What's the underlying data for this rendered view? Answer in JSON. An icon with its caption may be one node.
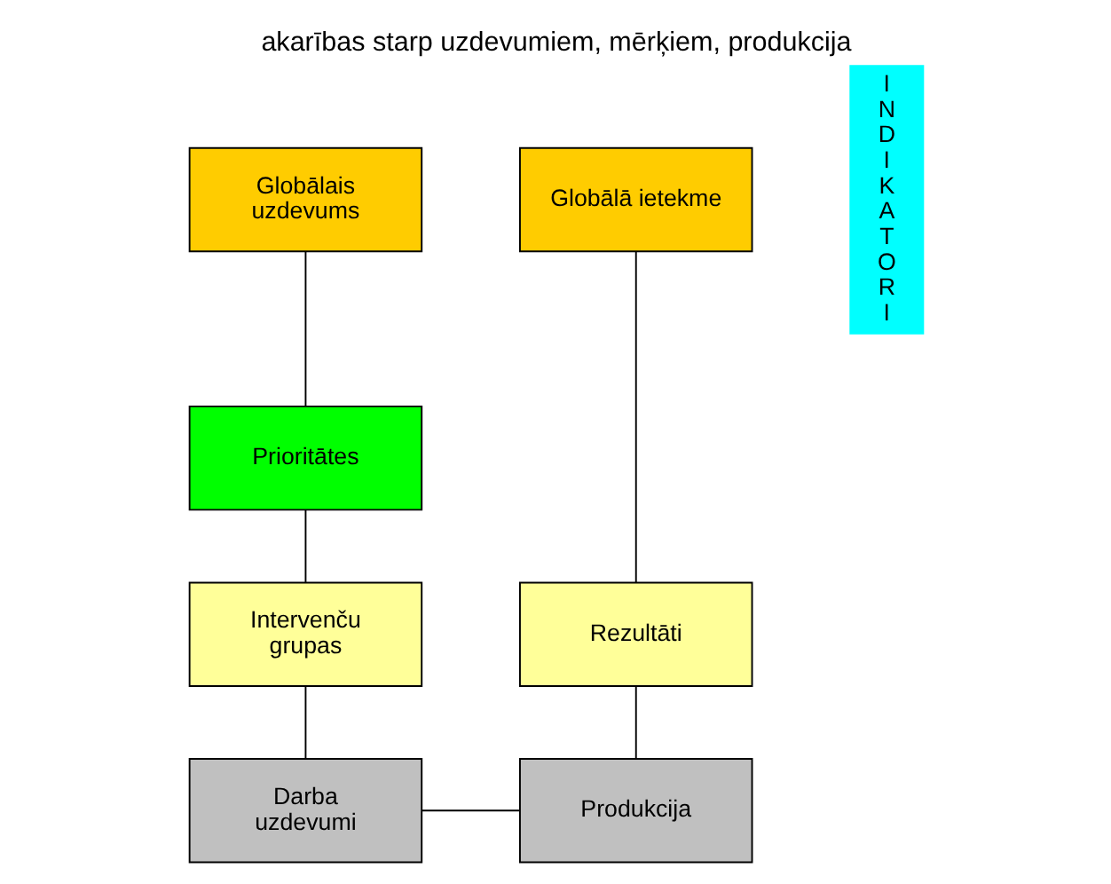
{
  "diagram": {
    "title": "akarības starp uzdevumiem, mērķiem, produkcija",
    "nodes": [
      {
        "text": [
          "Globālais uzdevums"
        ]
      },
      {
        "text": [
          "Globālā ietekme"
        ]
      },
      {
        "text": [
          "Prioritātes"
        ]
      },
      {
        "text": [
          "Intervenču grupas"
        ]
      },
      {
        "text": [
          "Rezultāti"
        ]
      },
      {
        "text": [
          "Darba uzdevumi"
        ]
      },
      {
        "text": [
          "Produkcija"
        ]
      },
      {
        "text": [
          "INDIKATORI"
        ]
      }
    ],
    "edges": [
      {
        "from": 0,
        "to": 2,
        "arrow": "none"
      },
      {
        "from": 2,
        "to": 3,
        "arrow": "none"
      },
      {
        "from": 3,
        "to": 5,
        "arrow": "none"
      },
      {
        "from": 5,
        "to": 6,
        "arrow": "none"
      },
      {
        "from": 1,
        "to": 4,
        "arrow": "none"
      },
      {
        "from": 4,
        "to": 6,
        "arrow": "none"
      }
    ]
  }
}
